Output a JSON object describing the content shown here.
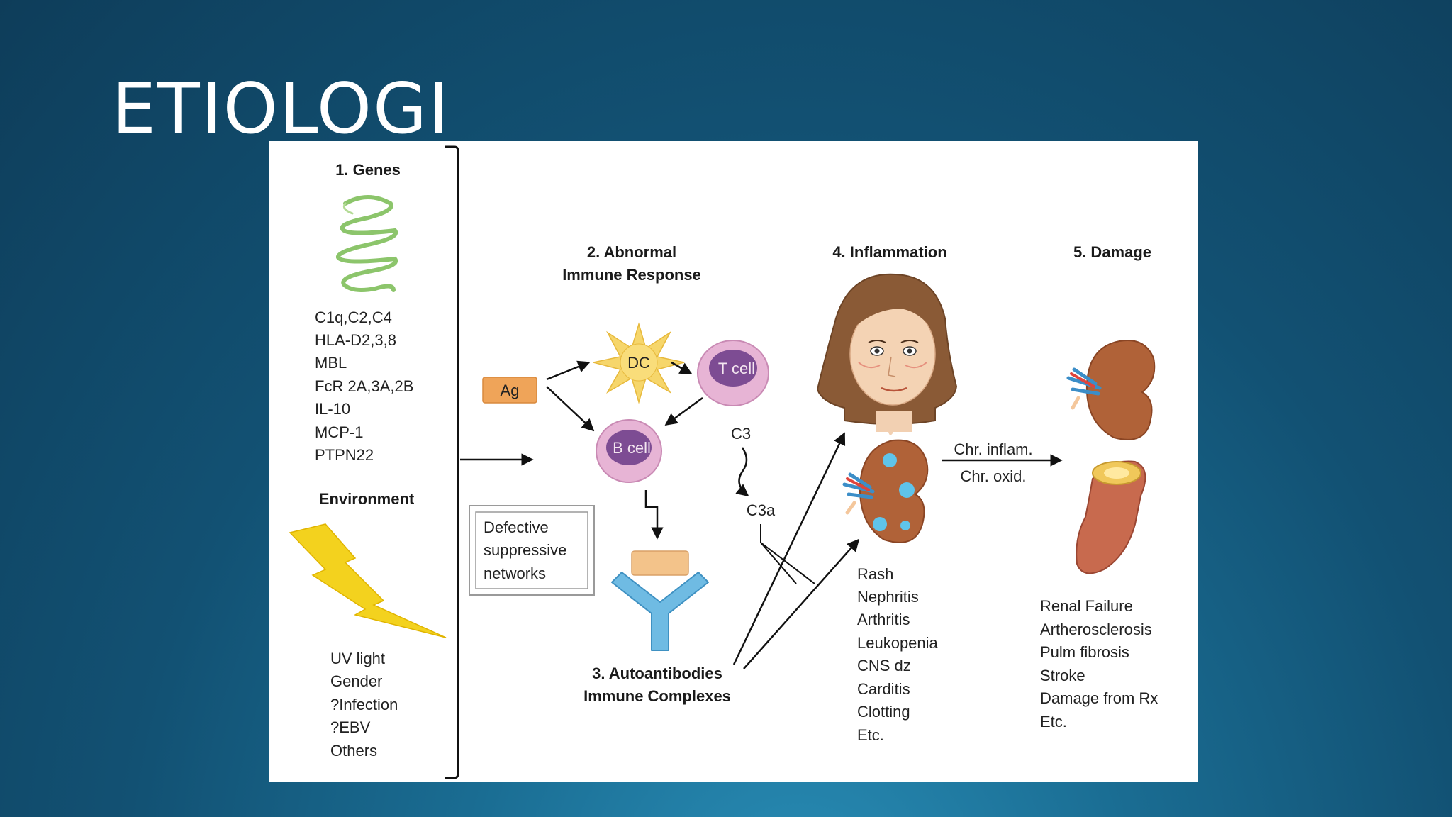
{
  "slide": {
    "title": "ETIOLOGI"
  },
  "diagram": {
    "genes": {
      "heading": "1. Genes",
      "items": [
        "C1q,C2,C4",
        "HLA-D2,3,8",
        "MBL",
        "FcR 2A,3A,2B",
        "IL-10",
        "MCP-1",
        "PTPN22"
      ]
    },
    "environment": {
      "heading": "Environment",
      "items": [
        "UV light",
        "Gender",
        "?Infection",
        "?EBV",
        "Others"
      ]
    },
    "immune_response": {
      "heading_line1": "2. Abnormal",
      "heading_line2": "Immune Response",
      "ag": "Ag",
      "dc": "DC",
      "t_cell": "T cell",
      "b_cell": "B cell",
      "c3": "C3",
      "c3a": "C3a",
      "defective": [
        "Defective",
        "suppressive",
        "networks"
      ]
    },
    "autoantibodies": {
      "line1": "3. Autoantibodies",
      "line2": "Immune Complexes"
    },
    "inflammation": {
      "heading": "4. Inflammation",
      "items": [
        "Rash",
        "Nephritis",
        "Arthritis",
        "Leukopenia",
        "CNS dz",
        "Carditis",
        "Clotting",
        "Etc."
      ]
    },
    "transition": {
      "line1": "Chr. inflam.",
      "line2": "Chr. oxid."
    },
    "damage": {
      "heading": "5. Damage",
      "items": [
        "Renal Failure",
        "Artherosclerosis",
        "Pulm fibrosis",
        "Stroke",
        "Damage from Rx",
        "Etc."
      ]
    },
    "colors": {
      "dna_green": "#8cc56b",
      "dc_yellow": "#f6d66b",
      "cell_pink": "#e7b4d5",
      "nucleus_purple": "#7d4c93",
      "ag_orange": "#efa459",
      "antibody_blue": "#6fbbe3",
      "kidney_brown": "#b06238",
      "lightning_yellow": "#f3d21e"
    }
  }
}
